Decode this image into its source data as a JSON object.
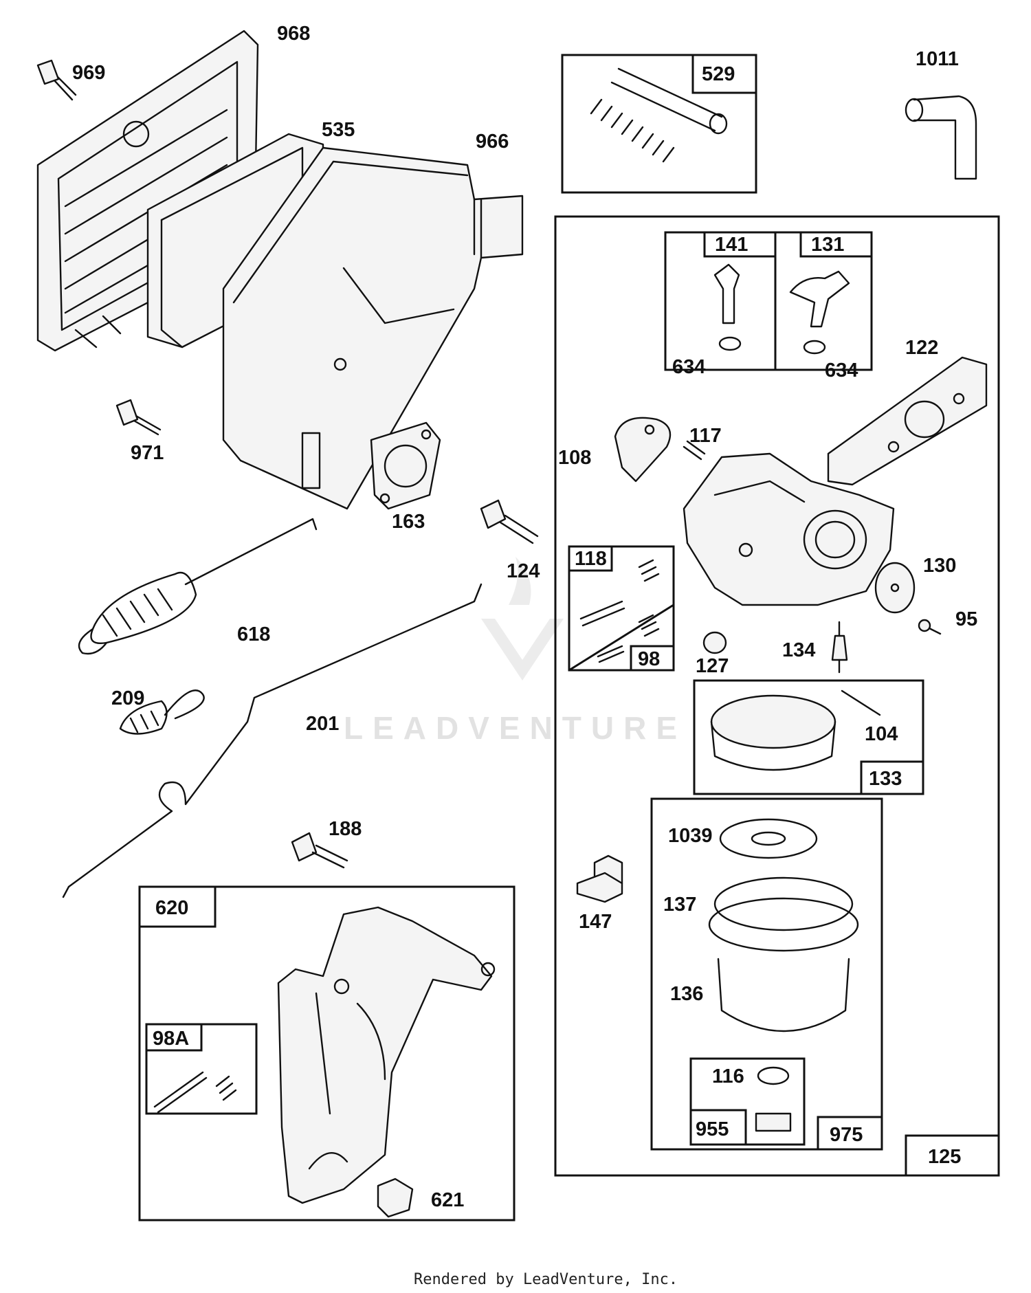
{
  "labels": {
    "p969": "969",
    "p968": "968",
    "p535": "535",
    "p966": "966",
    "p971": "971",
    "p163": "163",
    "p124": "124",
    "p618": "618",
    "p209": "209",
    "p201": "201",
    "p188": "188",
    "p621": "621",
    "p1011": "1011",
    "p634a": "634",
    "p634b": "634",
    "p122": "122",
    "p108": "108",
    "p117": "117",
    "p130": "130",
    "p95": "95",
    "p127": "127",
    "p134": "134",
    "p104": "104",
    "p1039": "1039",
    "p137": "137",
    "p136": "136",
    "p116": "116",
    "p147": "147"
  },
  "boxes": {
    "b529": "529",
    "b141": "141",
    "b131": "131",
    "b118": "118",
    "b98": "98",
    "b133": "133",
    "b620": "620",
    "b98a": "98A",
    "b955": "955",
    "b975": "975",
    "b125": "125"
  },
  "watermark": "LEADVENTURE",
  "footer": "Rendered by LeadVenture, Inc."
}
